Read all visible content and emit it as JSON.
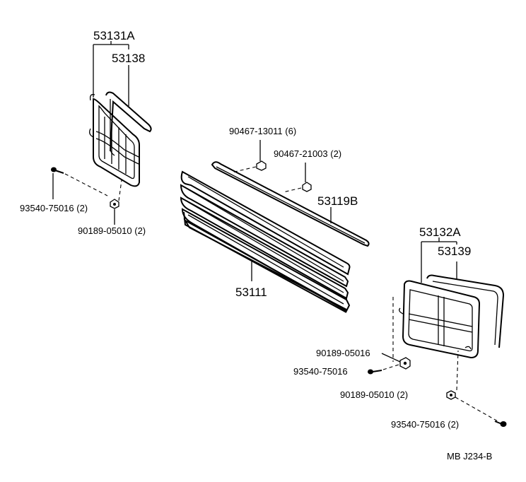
{
  "labels": {
    "l53131A": "53131A",
    "l53138": "53138",
    "l93540_left": "93540-75016 (2)",
    "l90189_left": "90189-05010 (2)",
    "l90467_13011": "90467-13011 (6)",
    "l90467_21003": "90467-21003 (2)",
    "l53119B": "53119B",
    "l53111": "53111",
    "l53132A": "53132A",
    "l53139": "53139",
    "l90189_05016": "90189-05016",
    "l93540_mid": "93540-75016",
    "l90189_right": "90189-05010 (2)",
    "l93540_right": "93540-75016 (2)",
    "footer": "MB  J234-B"
  }
}
